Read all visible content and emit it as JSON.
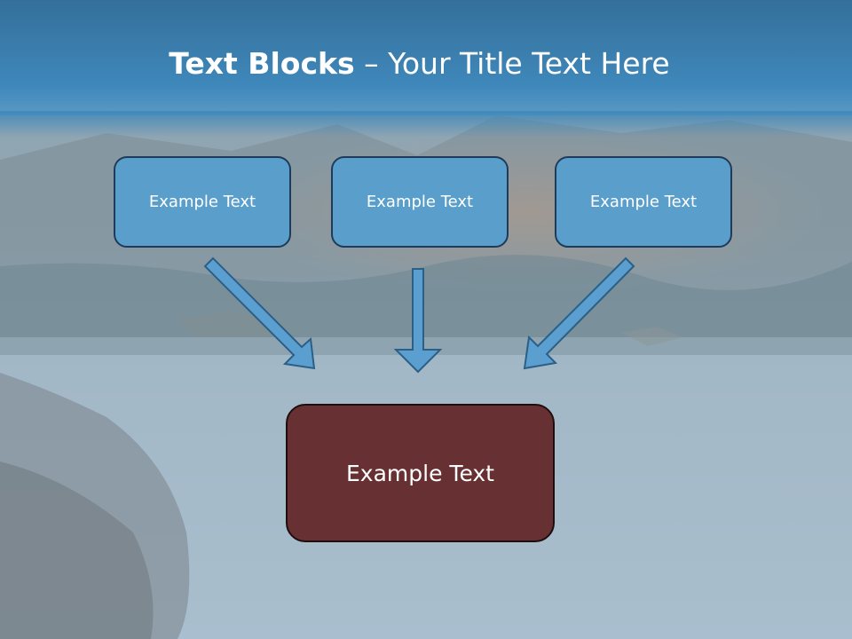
{
  "title": {
    "strong": "Text Blocks",
    "separator": " – ",
    "rest": "Your Title Text Here"
  },
  "blocks": [
    {
      "label": "Example Text"
    },
    {
      "label": "Example Text"
    },
    {
      "label": "Example Text"
    }
  ],
  "target": {
    "label": "Example Text"
  },
  "colors": {
    "header_band": "#3f88bb",
    "block_fill": "#5a9ecb",
    "block_border": "#1e3c59",
    "arrow_fill": "#5a9fcf",
    "arrow_stroke": "#2c5f86",
    "target_fill": "#673133",
    "target_border": "#1f0e0e"
  }
}
